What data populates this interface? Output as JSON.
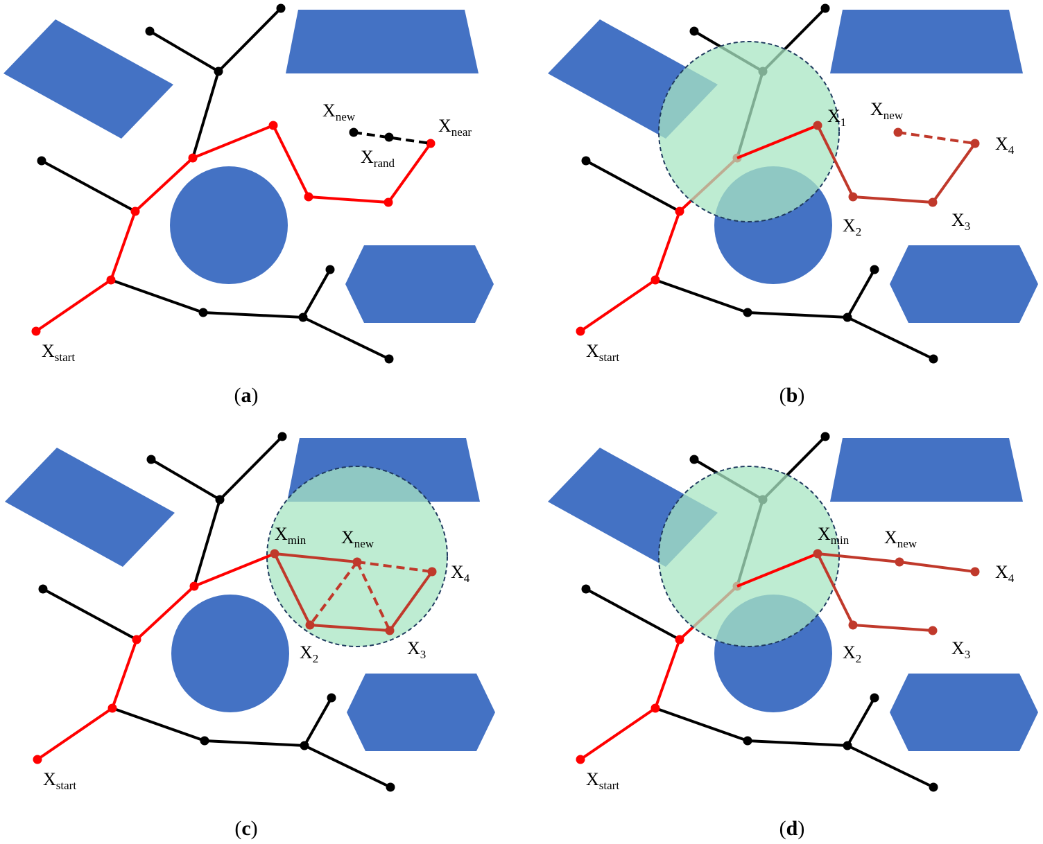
{
  "colors": {
    "obstacle": "#4472C4",
    "tree": "#000000",
    "path": "#FF0000",
    "rewired": "#C0392B",
    "region_fill": "#A8E6C3",
    "region_stroke": "#1F3A5F"
  },
  "labels": {
    "x": "X",
    "start": "start",
    "new": "new",
    "near": "near",
    "rand": "rand",
    "min": "min",
    "one": "1",
    "two": "2",
    "three": "3",
    "four": "4"
  },
  "panels": [
    {
      "paren_open": "(",
      "letter": "a",
      "paren_close": ")"
    },
    {
      "paren_open": "(",
      "letter": "b",
      "paren_close": ")"
    },
    {
      "paren_open": "(",
      "letter": "c",
      "paren_close": ")"
    },
    {
      "paren_open": "(",
      "letter": "d",
      "paren_close": ")"
    }
  ]
}
